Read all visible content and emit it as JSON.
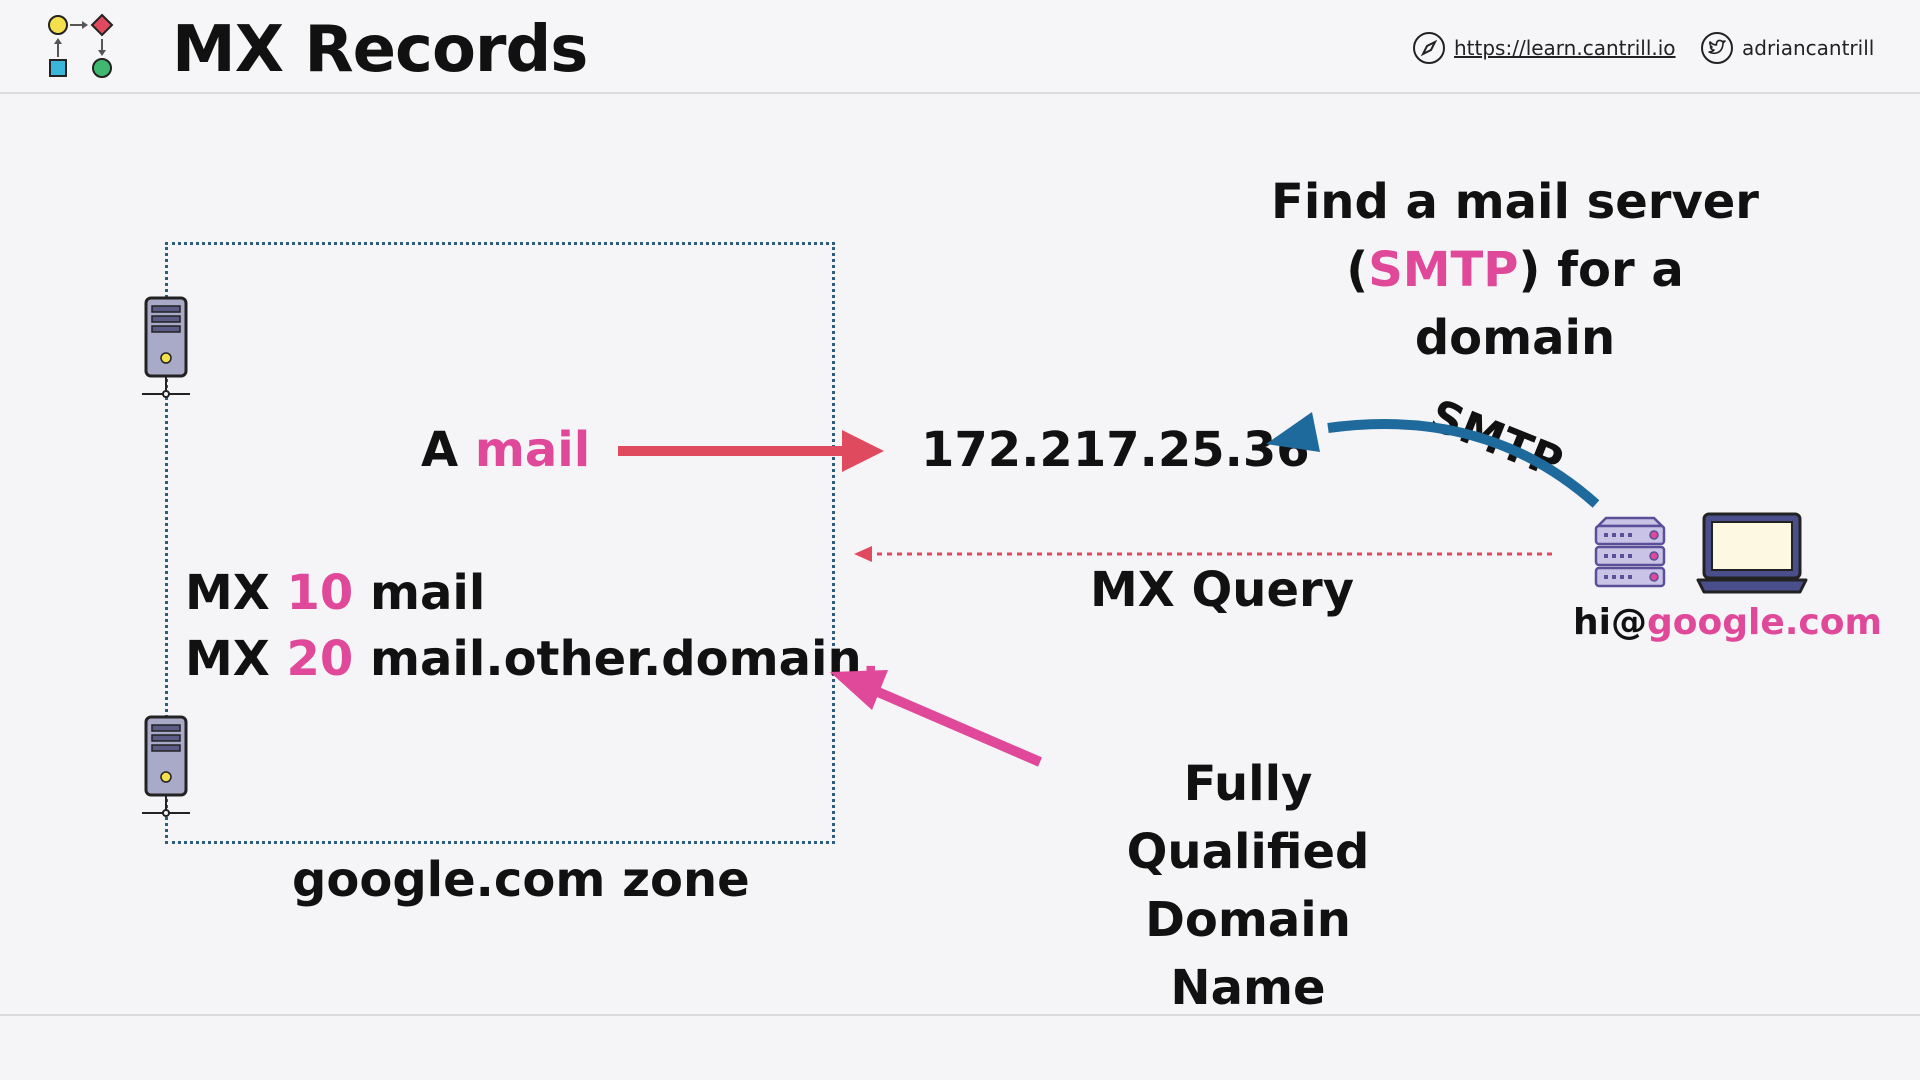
{
  "header": {
    "title": "MX Records",
    "url": "https://learn.cantrill.io",
    "twitter": "adriancantrill"
  },
  "zone": {
    "a_record_type": "A",
    "a_record_name": "mail",
    "mx1_type": "MX",
    "mx1_priority": "10",
    "mx1_value": "mail",
    "mx2_type": "MX",
    "mx2_priority": "20",
    "mx2_value": "mail.other.domain",
    "mx2_dot": ".",
    "label": "google.com zone"
  },
  "ip_address": "172.217.25.36",
  "find_heading": {
    "line1": "Find a mail server",
    "paren_open": "(",
    "smtp": "SMTP",
    "rest": ") for a domain"
  },
  "smtp_arc_label": "SMTP",
  "mx_query_label": "MX Query",
  "email": {
    "user": "hi@",
    "domain": "google.com"
  },
  "fqdn_label": "Fully Qualified Domain Name",
  "icons": {
    "logo": "aws-flow-logo-icon",
    "url": "compass-icon",
    "twitter": "twitter-bird-icon",
    "server": "server-tower-icon",
    "mail_server": "rack-server-icon",
    "laptop": "laptop-icon"
  },
  "colors": {
    "pink": "#e0489a",
    "red_arrow": "#e04a5f",
    "blue_arrow": "#1f6a9c",
    "zone_border": "#2f5d7c"
  }
}
